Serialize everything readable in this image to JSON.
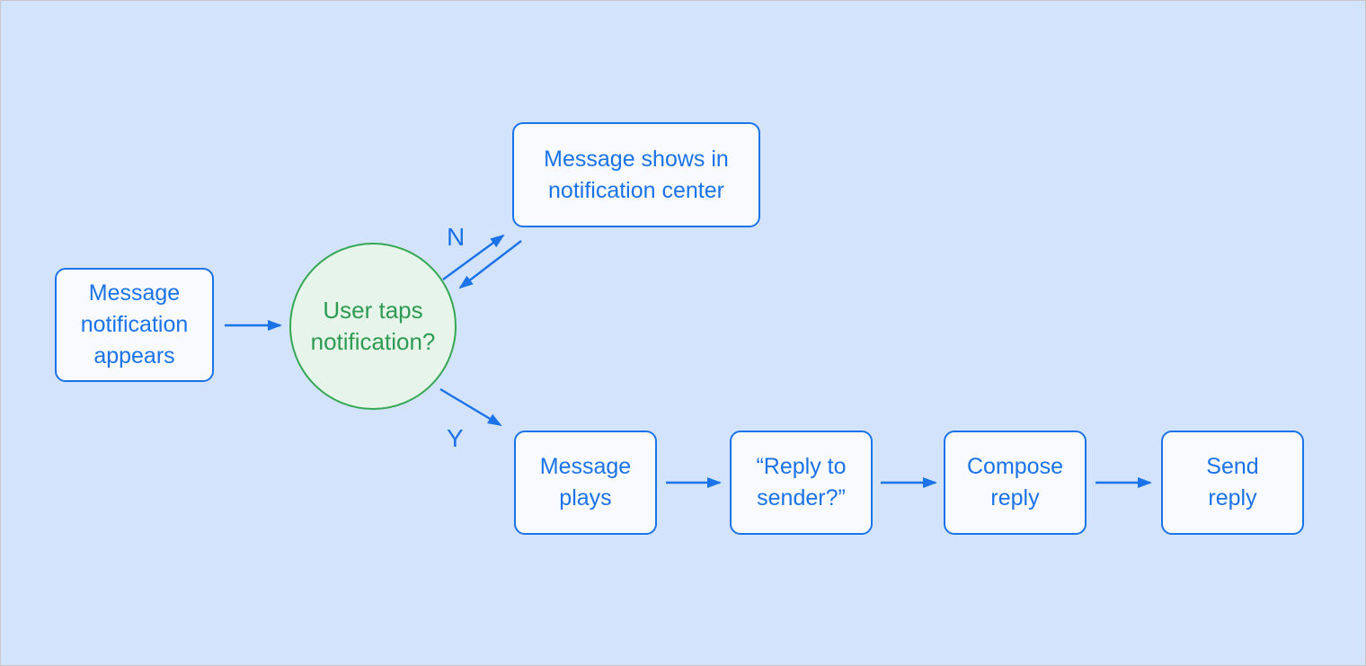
{
  "nodes": {
    "start": {
      "label": "Message\nnotification\nappears"
    },
    "decision": {
      "label": "User taps\nnotification?"
    },
    "notification_center": {
      "label": "Message shows in\nnotification center"
    },
    "message_plays": {
      "label": "Message\nplays"
    },
    "reply_to_sender": {
      "label": "“Reply to\nsender?”"
    },
    "compose_reply": {
      "label": "Compose\nreply"
    },
    "send_reply": {
      "label": "Send\nreply"
    }
  },
  "edge_labels": {
    "no": "N",
    "yes": "Y"
  },
  "colors": {
    "background": "#D3E3FB",
    "node_fill": "#F8FAFD",
    "node_border": "#1A73E8",
    "node_text": "#1A73E8",
    "decision_fill": "#E6F4EA",
    "decision_border": "#34A853",
    "decision_text": "#2E9B52",
    "arrow": "#1A73E8"
  }
}
